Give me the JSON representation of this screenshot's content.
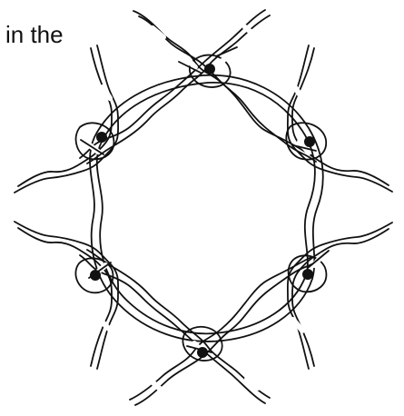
{
  "caption": {
    "text": "in the"
  },
  "figure": {
    "type": "knot-diagram",
    "node_count": 6,
    "colors": {
      "line": "#111111",
      "background": "#ffffff"
    }
  }
}
